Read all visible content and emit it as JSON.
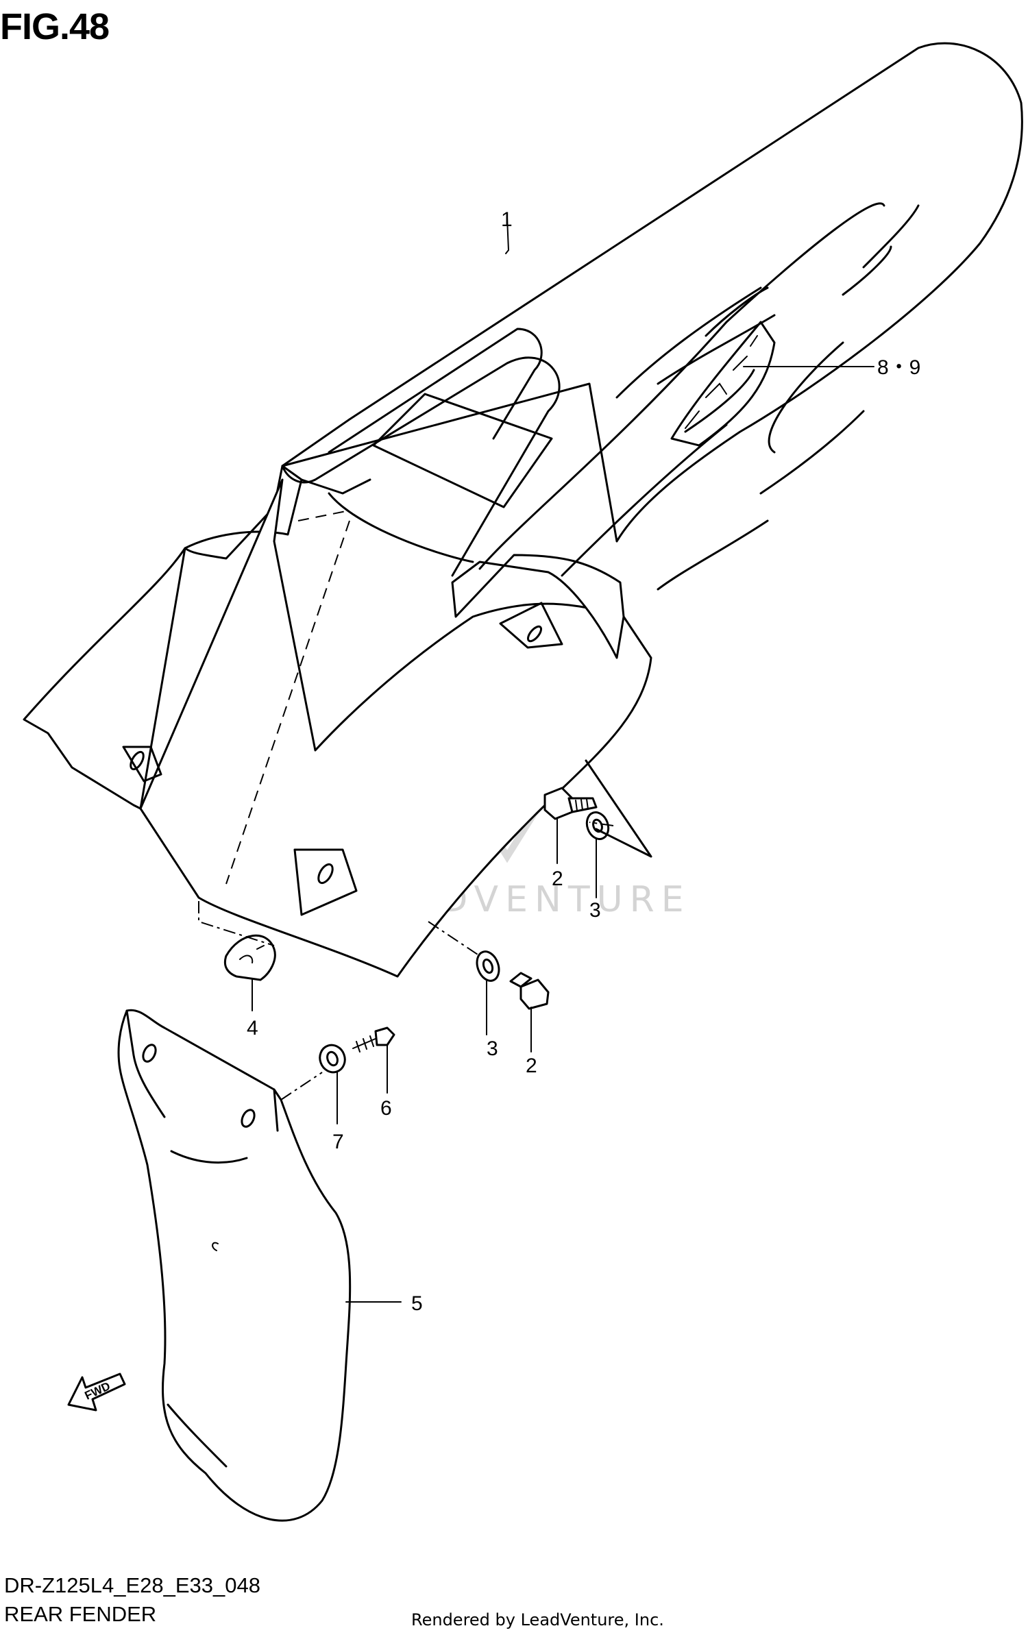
{
  "figure": {
    "title": "FIG.48"
  },
  "footer": {
    "model_code": "DR-Z125L4_E28_E33_048",
    "section_name": "REAR FENDER"
  },
  "credit": {
    "text": "Rendered by LeadVenture, Inc."
  },
  "watermark": {
    "text": "LEADVENTURE"
  },
  "fwd_marker": {
    "text": "FWD"
  },
  "callouts": [
    {
      "id": "callout-1",
      "label": "1",
      "part": "rear-fender"
    },
    {
      "id": "callout-8-9",
      "label": "8・9",
      "part": "fender-emblem-125l"
    },
    {
      "id": "callout-2a",
      "label": "2",
      "part": "bolt"
    },
    {
      "id": "callout-3a",
      "label": "3",
      "part": "washer"
    },
    {
      "id": "callout-4",
      "label": "4",
      "part": "grommet-plate"
    },
    {
      "id": "callout-3b",
      "label": "3",
      "part": "washer"
    },
    {
      "id": "callout-2b",
      "label": "2",
      "part": "bolt"
    },
    {
      "id": "callout-6",
      "label": "6",
      "part": "screw"
    },
    {
      "id": "callout-7",
      "label": "7",
      "part": "washer"
    },
    {
      "id": "callout-5",
      "label": "5",
      "part": "mud-flap"
    }
  ],
  "colors": {
    "line": "#000000",
    "background": "#ffffff",
    "watermark": "#d4d4d4"
  }
}
